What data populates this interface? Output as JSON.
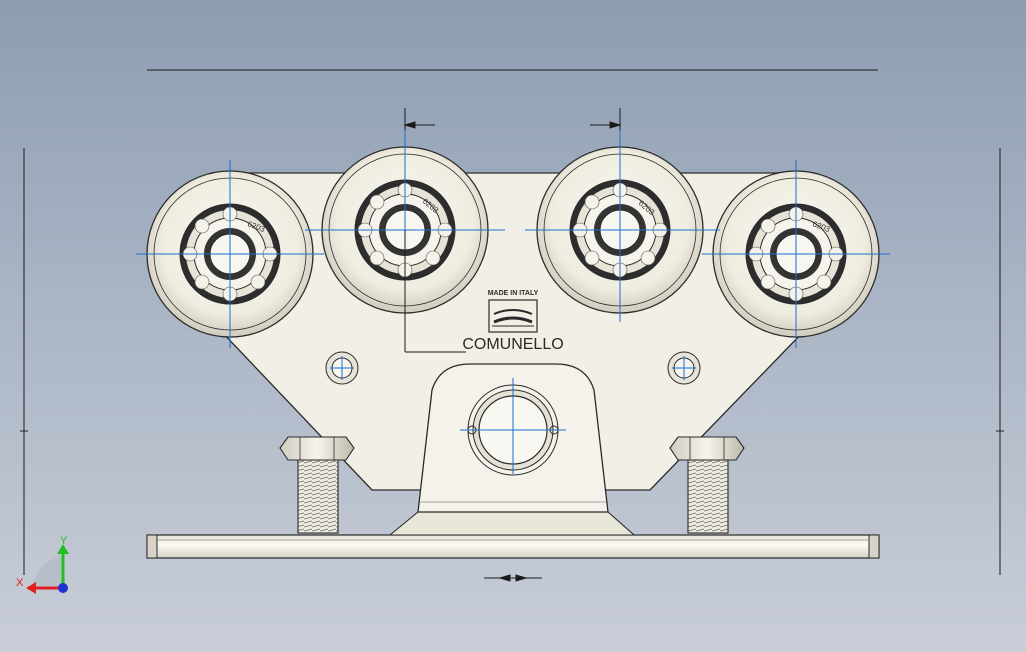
{
  "drawing": {
    "made_in_label": "MADE IN ITALY",
    "brand_label": "COMUNELLO",
    "bearing_code": "6203"
  },
  "triad": {
    "x_label": "X",
    "y_label": "Y",
    "x_color": "#e02020",
    "y_color": "#20c020",
    "z_color": "#2030d0"
  },
  "colors": {
    "background_top": "#8d9db2",
    "background_bottom": "#c9ced8",
    "part_fill": "#f1efe6",
    "centerline": "#1a6fd0",
    "outline": "#2a2a2a"
  }
}
